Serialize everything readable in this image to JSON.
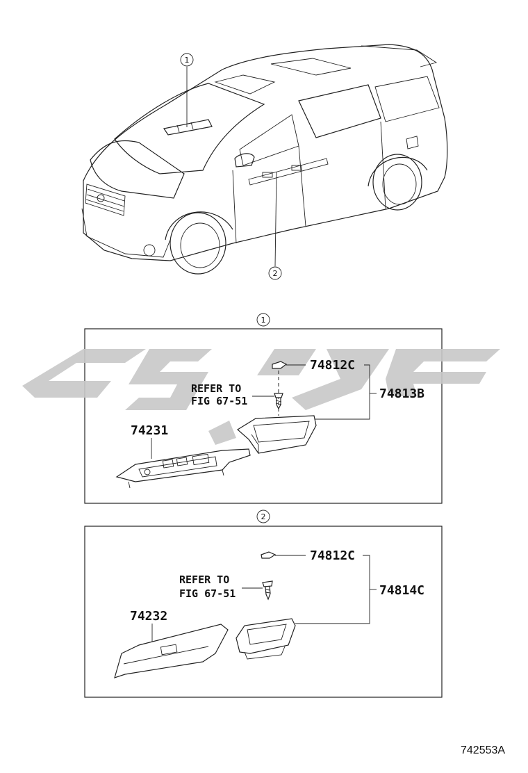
{
  "figure_ref": "742553A",
  "callouts": {
    "one": "1",
    "two": "2"
  },
  "section1": {
    "marker": "1",
    "refer_line1": "REFER TO",
    "refer_line2": "FIG 67-51",
    "parts": {
      "cap": "74812C",
      "assembly": "74813B",
      "panel": "74231"
    }
  },
  "section2": {
    "marker": "2",
    "refer_line1": "REFER TO",
    "refer_line2": "FIG 67-51",
    "parts": {
      "cap": "74812C",
      "assembly": "74814C",
      "panel": "74232"
    }
  },
  "colors": {
    "line": "#222222",
    "watermark": "#c8c8c8"
  },
  "watermark": "logo"
}
